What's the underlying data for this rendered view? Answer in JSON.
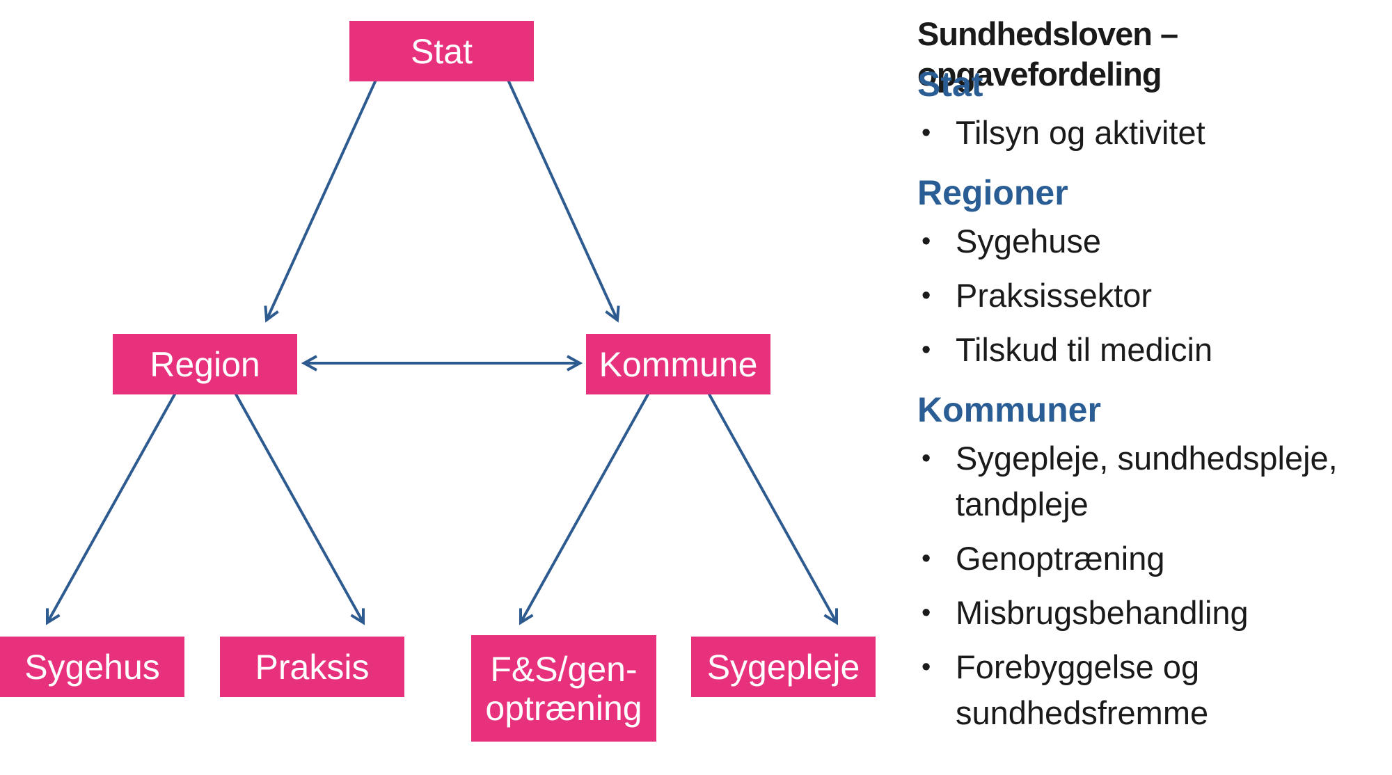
{
  "colors": {
    "node_fill": "#e8317c",
    "node_text": "#ffffff",
    "arrow": "#2e5b8f",
    "heading": "#2b5d95",
    "text": "#1a1a1a"
  },
  "diagram": {
    "nodes": {
      "stat": "Stat",
      "region": "Region",
      "kommune": "Kommune",
      "sygehus": "Sygehus",
      "praksis": "Praksis",
      "genoptraening": "F&S/gen-\noptræning",
      "sygepleje": "Sygepleje"
    },
    "edges": [
      {
        "from": "stat",
        "to": "region"
      },
      {
        "from": "stat",
        "to": "kommune"
      },
      {
        "from": "region",
        "to": "kommune",
        "bidirectional": true
      },
      {
        "from": "region",
        "to": "sygehus"
      },
      {
        "from": "region",
        "to": "praksis"
      },
      {
        "from": "kommune",
        "to": "genoptraening"
      },
      {
        "from": "kommune",
        "to": "sygepleje"
      }
    ]
  },
  "panel": {
    "title": "Sundhedsloven – opgavefordeling",
    "bullet": "•",
    "sections": [
      {
        "heading": "Stat",
        "items": [
          "Tilsyn og aktivitet"
        ]
      },
      {
        "heading": "Regioner",
        "items": [
          "Sygehuse",
          "Praksissektor",
          "Tilskud til medicin"
        ]
      },
      {
        "heading": "Kommuner",
        "items": [
          "Sygepleje, sundhedspleje,\ntandpleje",
          "Genoptræning",
          "Misbrugsbehandling",
          "Forebyggelse og\nsundhedsfremme"
        ]
      }
    ]
  }
}
